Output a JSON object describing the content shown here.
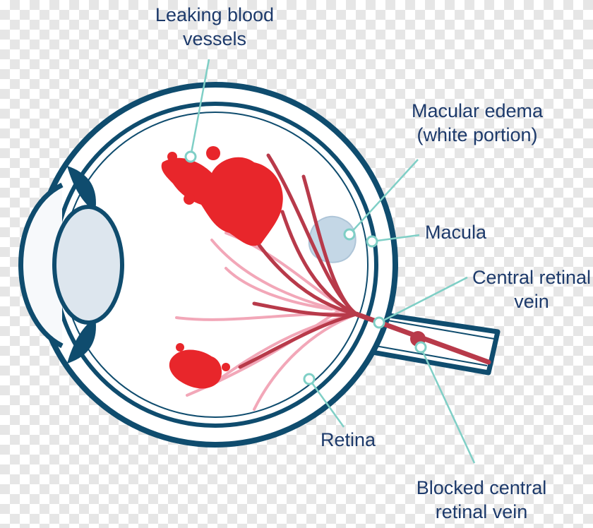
{
  "labels": {
    "leaking": {
      "line1": "Leaking blood",
      "line2": "vessels"
    },
    "edema": {
      "line1": "Macular edema",
      "line2": "(white portion)"
    },
    "macula": "Macula",
    "crv": {
      "line1": "Central retinal",
      "line2": "vein"
    },
    "retina": "Retina",
    "blocked": {
      "line1": "Blocked central",
      "line2": "retinal vein"
    }
  },
  "colors": {
    "outline": "#0f4c6e",
    "blood": "#e8262b",
    "vessel": "#b83a4a",
    "vessel_light": "#f2a7b8",
    "edema": "#c4d7e6",
    "leader": "#7fcfc6",
    "text": "#1d3a6b"
  }
}
